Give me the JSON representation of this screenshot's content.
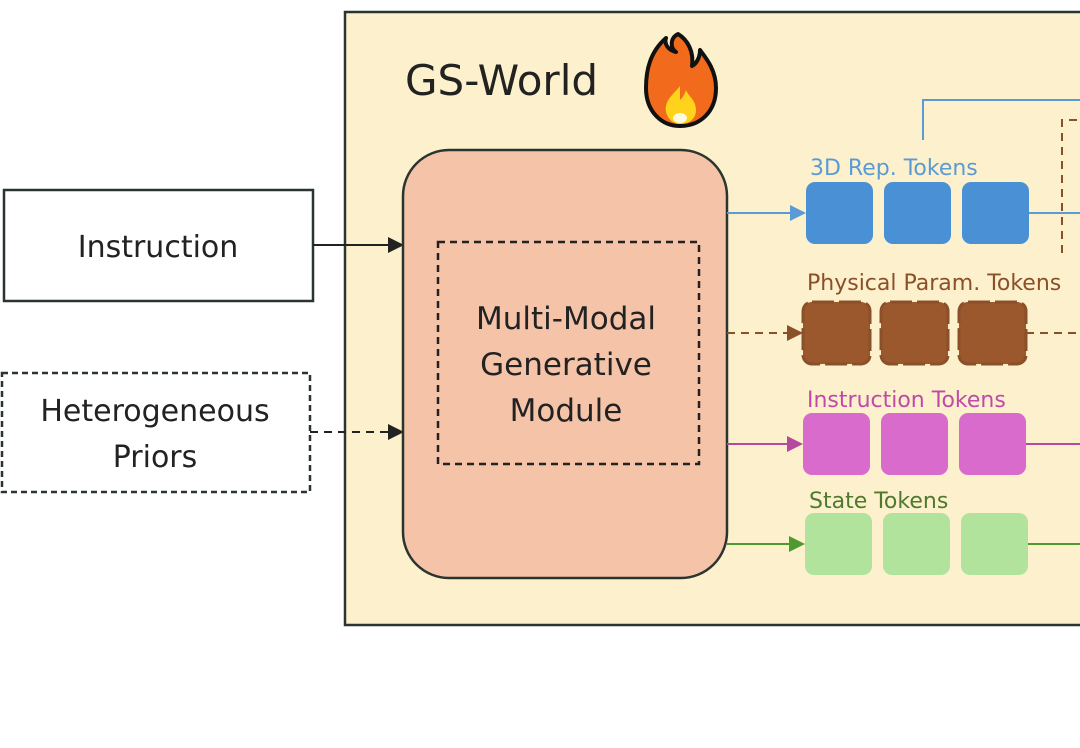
{
  "title": "GS-World",
  "title_icon": "fire-icon",
  "inputs": {
    "instruction": "Instruction",
    "priors_line1": "Heterogeneous",
    "priors_line2": "Priors"
  },
  "module": {
    "line1": "Multi-Modal",
    "line2": "Generative",
    "line3": "Module"
  },
  "token_groups": [
    {
      "label": "3D Rep. Tokens",
      "label_color": "#5b9bd5",
      "fill": "#4a90d4",
      "line": "#5b9bd5",
      "dashed": false
    },
    {
      "label": "Physical Param. Tokens",
      "label_color": "#8b4f2a",
      "fill": "#9a582c",
      "line": "#8b4f2a",
      "dashed": true
    },
    {
      "label": "Instruction Tokens",
      "label_color": "#c04aa8",
      "fill": "#d96bcd",
      "line": "#b5499f",
      "dashed": false
    },
    {
      "label": "State Tokens",
      "label_color": "#4e7a30",
      "fill": "#b2e39d",
      "line": "#4f9a2e",
      "dashed": false
    }
  ],
  "colors": {
    "panel": "#fdf0cc",
    "module_fill": "#f4c3a8",
    "stroke": "#2b3530"
  }
}
